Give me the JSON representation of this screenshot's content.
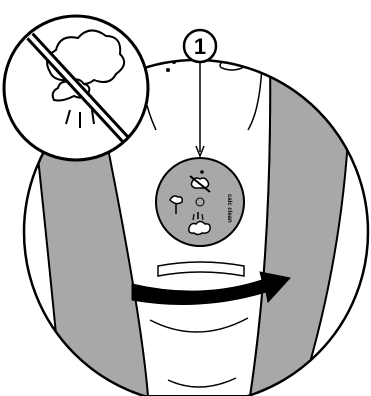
{
  "callout": {
    "number": "1"
  },
  "dial": {
    "settings": [
      "no-steam",
      "low-steam",
      "high-steam"
    ],
    "calc_clean_label": "calc clean"
  },
  "icons": {
    "no_steam_badge": "no-steam-prohibited-icon",
    "rotation_arrow": "curved-arrow-right-icon"
  },
  "colors": {
    "line": "#000000",
    "shade": "#a8a8a8",
    "background": "#ffffff"
  }
}
